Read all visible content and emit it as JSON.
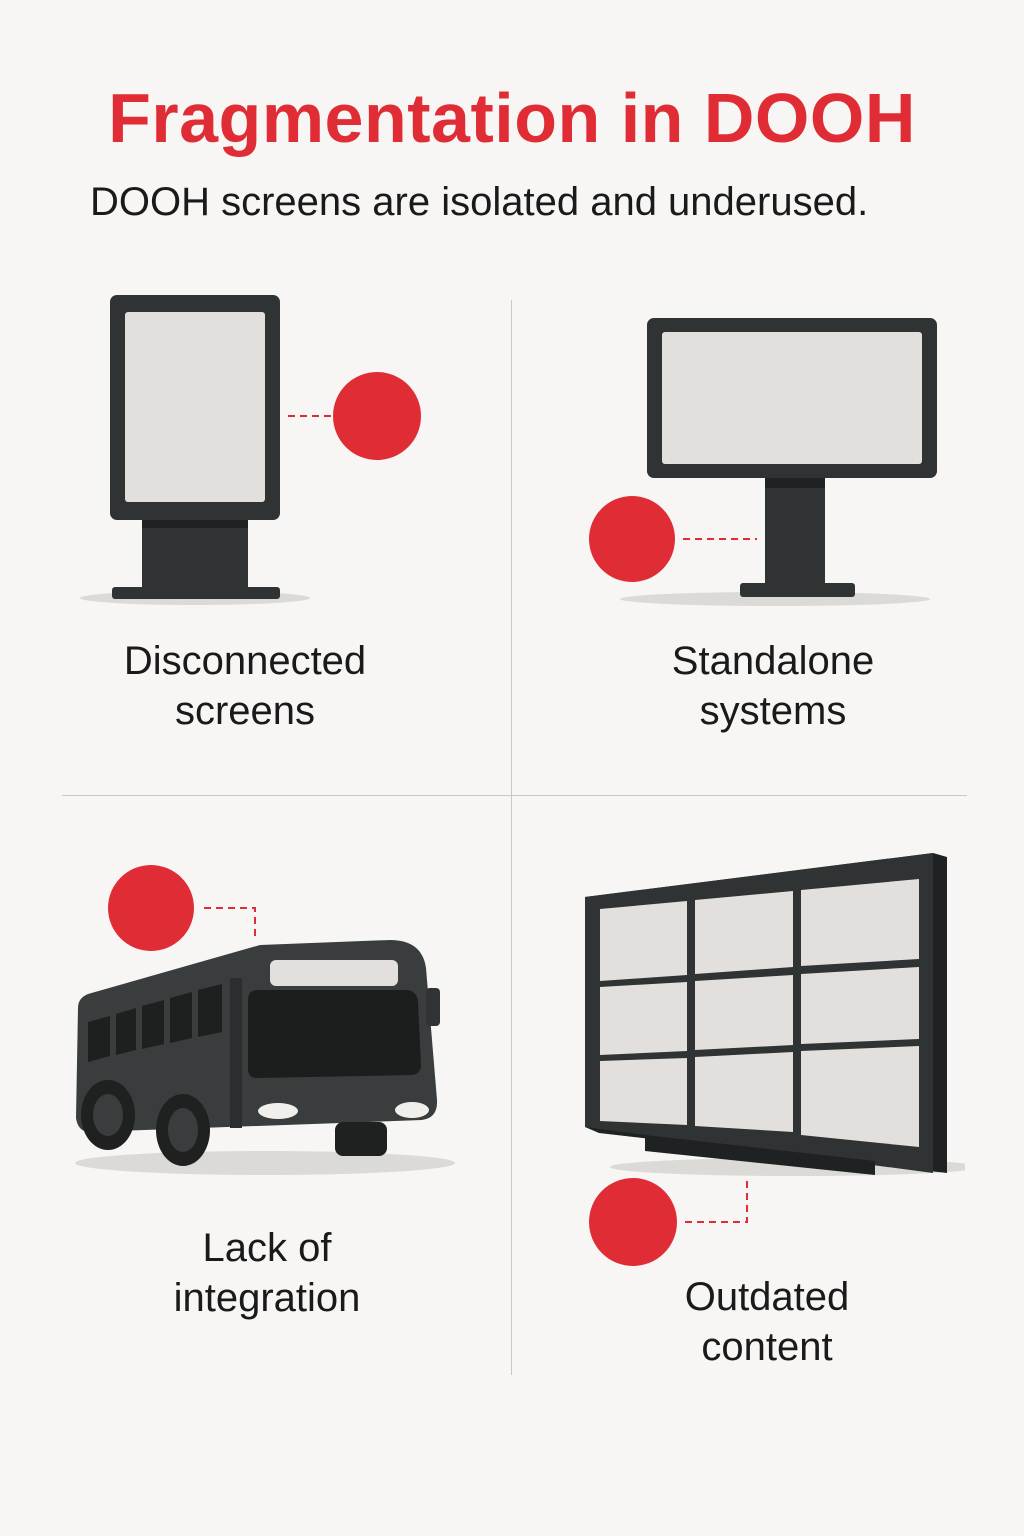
{
  "header": {
    "title": "Fragmentation in DOOH",
    "subtitle": "DOOH screens are isolated and underused."
  },
  "panels": [
    {
      "icon": "kiosk-screen-icon",
      "label_line1": "Disconnected",
      "label_line2": "screens"
    },
    {
      "icon": "pedestal-display-icon",
      "label_line1": "Standalone",
      "label_line2": "systems"
    },
    {
      "icon": "bus-icon",
      "label_line1": "Lack of",
      "label_line2": "integration"
    },
    {
      "icon": "video-wall-icon",
      "label_line1": "Outdated",
      "label_line2": "content"
    }
  ],
  "colors": {
    "accent": "#e02d35",
    "device_frame": "#2f3333",
    "screen_fill": "#e3dfdd",
    "background": "#f7f6f4"
  }
}
